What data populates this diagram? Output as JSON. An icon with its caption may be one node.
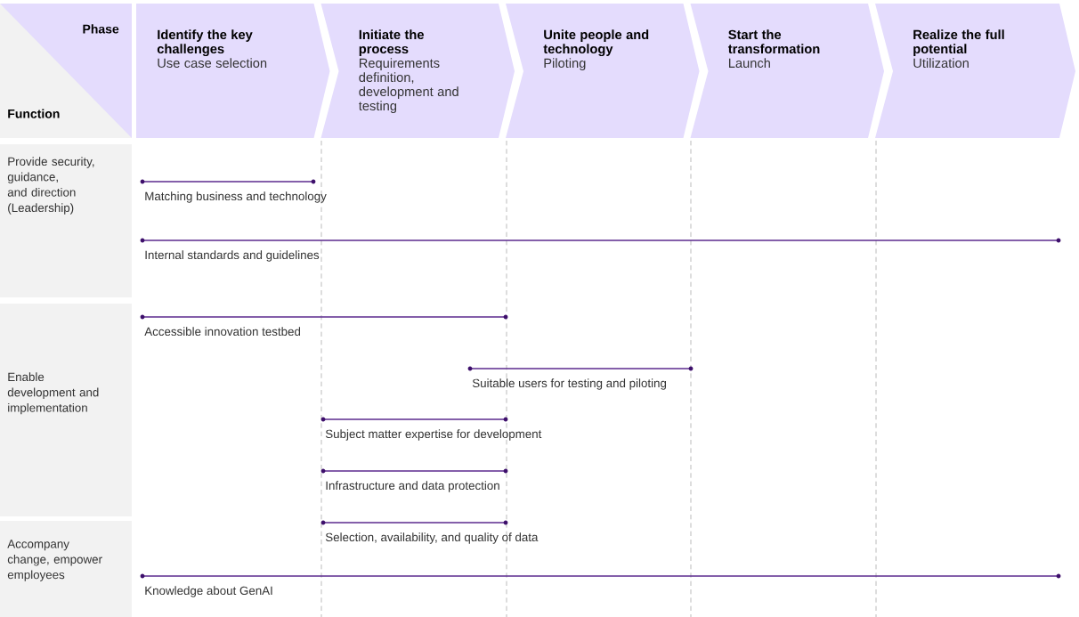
{
  "diagram": {
    "nodes": [
      {
        "text": [
          "Phase",
          "Function"
        ]
      },
      {
        "text": [
          "Identify the key challenges",
          "Use case selection"
        ]
      },
      {
        "text": [
          "Initiate the process",
          "Requirements definition, development and testing"
        ]
      },
      {
        "text": [
          "Unite people and technology",
          "Piloting"
        ]
      },
      {
        "text": [
          "Start the transformation",
          "Launch"
        ]
      },
      {
        "text": [
          "Realize the full potential",
          "Utilization"
        ]
      },
      {
        "text": [
          "Provide security, guidance, and direction (Leadership)"
        ]
      },
      {
        "text": [
          "Enable development and implementation"
        ]
      },
      {
        "text": [
          "Accompany change, empower employees"
        ]
      }
    ],
    "labels": [
      "Matching business and technology",
      "Internal standards and guidelines",
      "Accessible innovation testbed",
      "Suitable users for testing and piloting",
      "Subject matter expertise for development",
      "Infrastructure and data protection",
      "Selection, availability, and quality of data",
      "Knowledge about GenAI"
    ]
  }
}
